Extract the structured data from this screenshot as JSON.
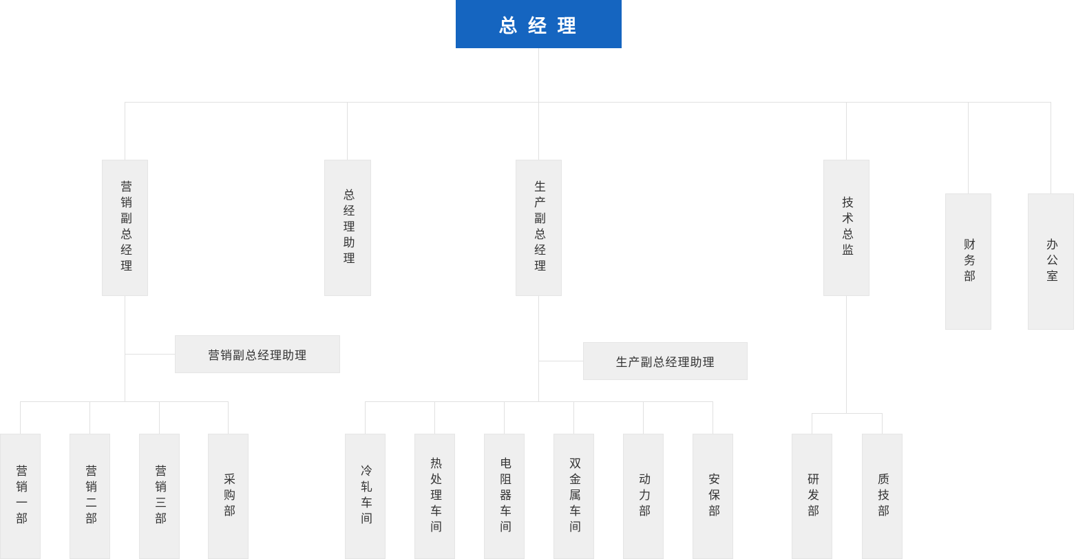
{
  "org": {
    "root": "总 经 理",
    "level2": {
      "marketing_vice_gm": "营销副总经理",
      "gm_assistant": "总经理助理",
      "production_vice_gm": "生产副总经理",
      "tech_director": "技术总监",
      "finance_dept": "财务部",
      "office": "办公室"
    },
    "assistants": {
      "marketing": "营销副总经理助理",
      "production": "生产副总经理助理"
    },
    "marketing_children": [
      "营销一部",
      "营销二部",
      "营销三部",
      "采购部"
    ],
    "production_children": [
      "冷轧车间",
      "热处理车间",
      "电阻器车间",
      "双金属车间",
      "动力部",
      "安保部"
    ],
    "tech_children": [
      "研发部",
      "质技部"
    ]
  },
  "colors": {
    "root_bg": "#1565c0",
    "root_text": "#ffffff",
    "node_bg": "#efefef",
    "node_border": "#e5e5e5",
    "node_text": "#333333",
    "connector": "#e0e0e0",
    "page_bg": "#ffffff"
  }
}
